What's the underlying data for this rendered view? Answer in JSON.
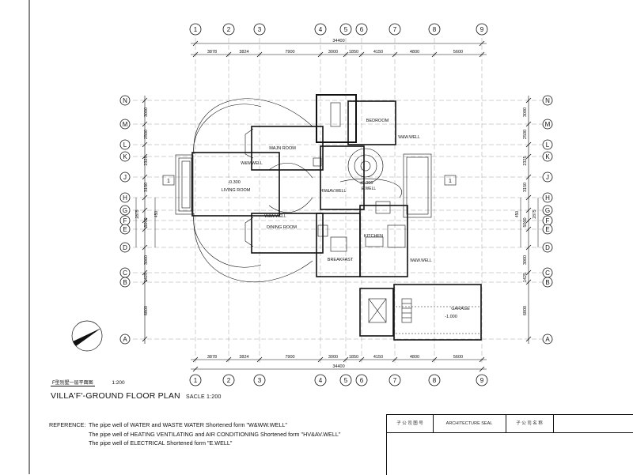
{
  "drawing": {
    "column_labels": [
      "1",
      "2",
      "3",
      "4",
      "5",
      "6",
      "7",
      "8",
      "9"
    ],
    "row_labels": [
      "N",
      "M",
      "L",
      "K",
      "J",
      "H",
      "G",
      "F",
      "E",
      "D",
      "C",
      "B",
      "A"
    ],
    "top_dims": [
      "3878",
      "3824",
      "7900",
      "3000",
      "1850",
      "4150",
      "4800",
      "5600"
    ],
    "bottom_dims": [
      "3878",
      "3824",
      "7900",
      "3000",
      "1850",
      "4150",
      "4800",
      "5600"
    ],
    "overall_dim": "34400",
    "left_dims": [
      "3000",
      "2500",
      "2325",
      "3150",
      "5000",
      "3000",
      "1425",
      "6800"
    ],
    "right_dims": [
      "3000",
      "2500",
      "2325",
      "3150",
      "5000",
      "3000",
      "1425",
      "6800"
    ],
    "side_small_dims": [
      "2875",
      "2025",
      "450"
    ],
    "rooms": {
      "bedroom": "BEDROOM",
      "majn_room": "MAJN ROOM",
      "living_room": "LIVING ROOM",
      "dining_room": "DINING ROOM",
      "kitchen": "KITCHEN",
      "breakfast": "BREAKFAST",
      "garage": "GARAGE",
      "hw_av_well": "HW&AV.WELL",
      "ww_well_1": "W&W.WELL",
      "ww_well_2": "W&W.WELL",
      "ww_well_3": "W&W.WELL",
      "ww_well_4": "W&W.WELL",
      "e_well": "E.WELL",
      "level_living": "-0.300",
      "level_hall": "±0.000",
      "level_garage": "-1.000",
      "marker_1": "1",
      "marker_2": "1"
    }
  },
  "caption": {
    "sub_label": "F型别墅一层平面图",
    "sub_scale": "1:200",
    "title": "VILLA'F'-GROUND FLOOR PLAN",
    "title_scale": "SACLE 1:200"
  },
  "reference": {
    "label": "REFERENCE:",
    "lines": [
      "The pipe well of WATER and WASTE WATER Shortened form \"W&WW.WELL\"",
      "The pipe well of HEATING VENTILATING and AIR CONDITIONING Shortened form \"HV&AV.WELL\"",
      "The pipe well of ELECTRICAL Shortened form \"E.WELL\""
    ]
  },
  "titleblock": {
    "cells": [
      "子 公 司 图 号",
      "ARCHITECTURE SEAL",
      "子 公 司 名 称"
    ]
  }
}
